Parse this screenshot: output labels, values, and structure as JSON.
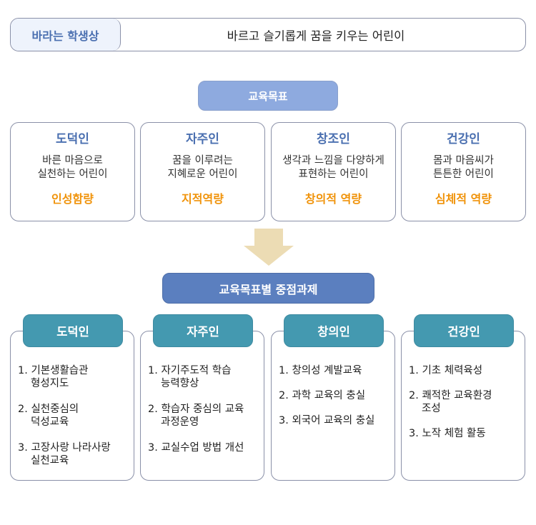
{
  "vision": {
    "label": "바라는 학생상",
    "text": "바르고 슬기롭게 꿈을 키우는 어린이"
  },
  "goals": {
    "header": "교육목표",
    "cards": [
      {
        "title": "도덕인",
        "desc": "바른 마음으로\n실천하는 어린이",
        "capability": "인성함량"
      },
      {
        "title": "자주인",
        "desc": "꿈을 이루려는\n지혜로운 어린이",
        "capability": "지적역량"
      },
      {
        "title": "창조인",
        "desc": "생각과 느낌을 다양하게\n표현하는 어린이",
        "capability": "창의적 역량"
      },
      {
        "title": "건강인",
        "desc": "몸과 마음씨가\n튼튼한 어린이",
        "capability": "심체적 역량"
      }
    ]
  },
  "arrow": {
    "icon": "down-arrow-icon",
    "color": "#ecdcb4"
  },
  "tasks": {
    "header": "교육목표별 중점과제",
    "columns": [
      {
        "title": "도덕인",
        "items": [
          "1. 기본생활습관\n형성지도",
          "2. 실천중심의\n덕성교육",
          "3. 고장사랑 나라사랑\n실천교육"
        ]
      },
      {
        "title": "자주인",
        "items": [
          "1. 자기주도적 학습\n능력향상",
          "2. 학습자 중심의 교육\n과정운영",
          "3. 교실수업 방법 개선"
        ]
      },
      {
        "title": "창의인",
        "items": [
          "1. 창의성 계발교육",
          "2. 과학 교육의 충실",
          "3. 외국어 교육의 충실"
        ]
      },
      {
        "title": "건강인",
        "items": [
          "1. 기초 체력육성",
          "2. 쾌적한 교육환경\n조성",
          "3. 노작 체험 활동"
        ]
      }
    ]
  },
  "colors": {
    "goal_title": "#4a6fb0",
    "capability": "#f0930a",
    "goal_header_bg": "#8eaadf",
    "tasks_header_bg": "#5b7fbf",
    "task_tab_bg": "#4499b0",
    "vision_label_bg": "#eef3fc"
  }
}
